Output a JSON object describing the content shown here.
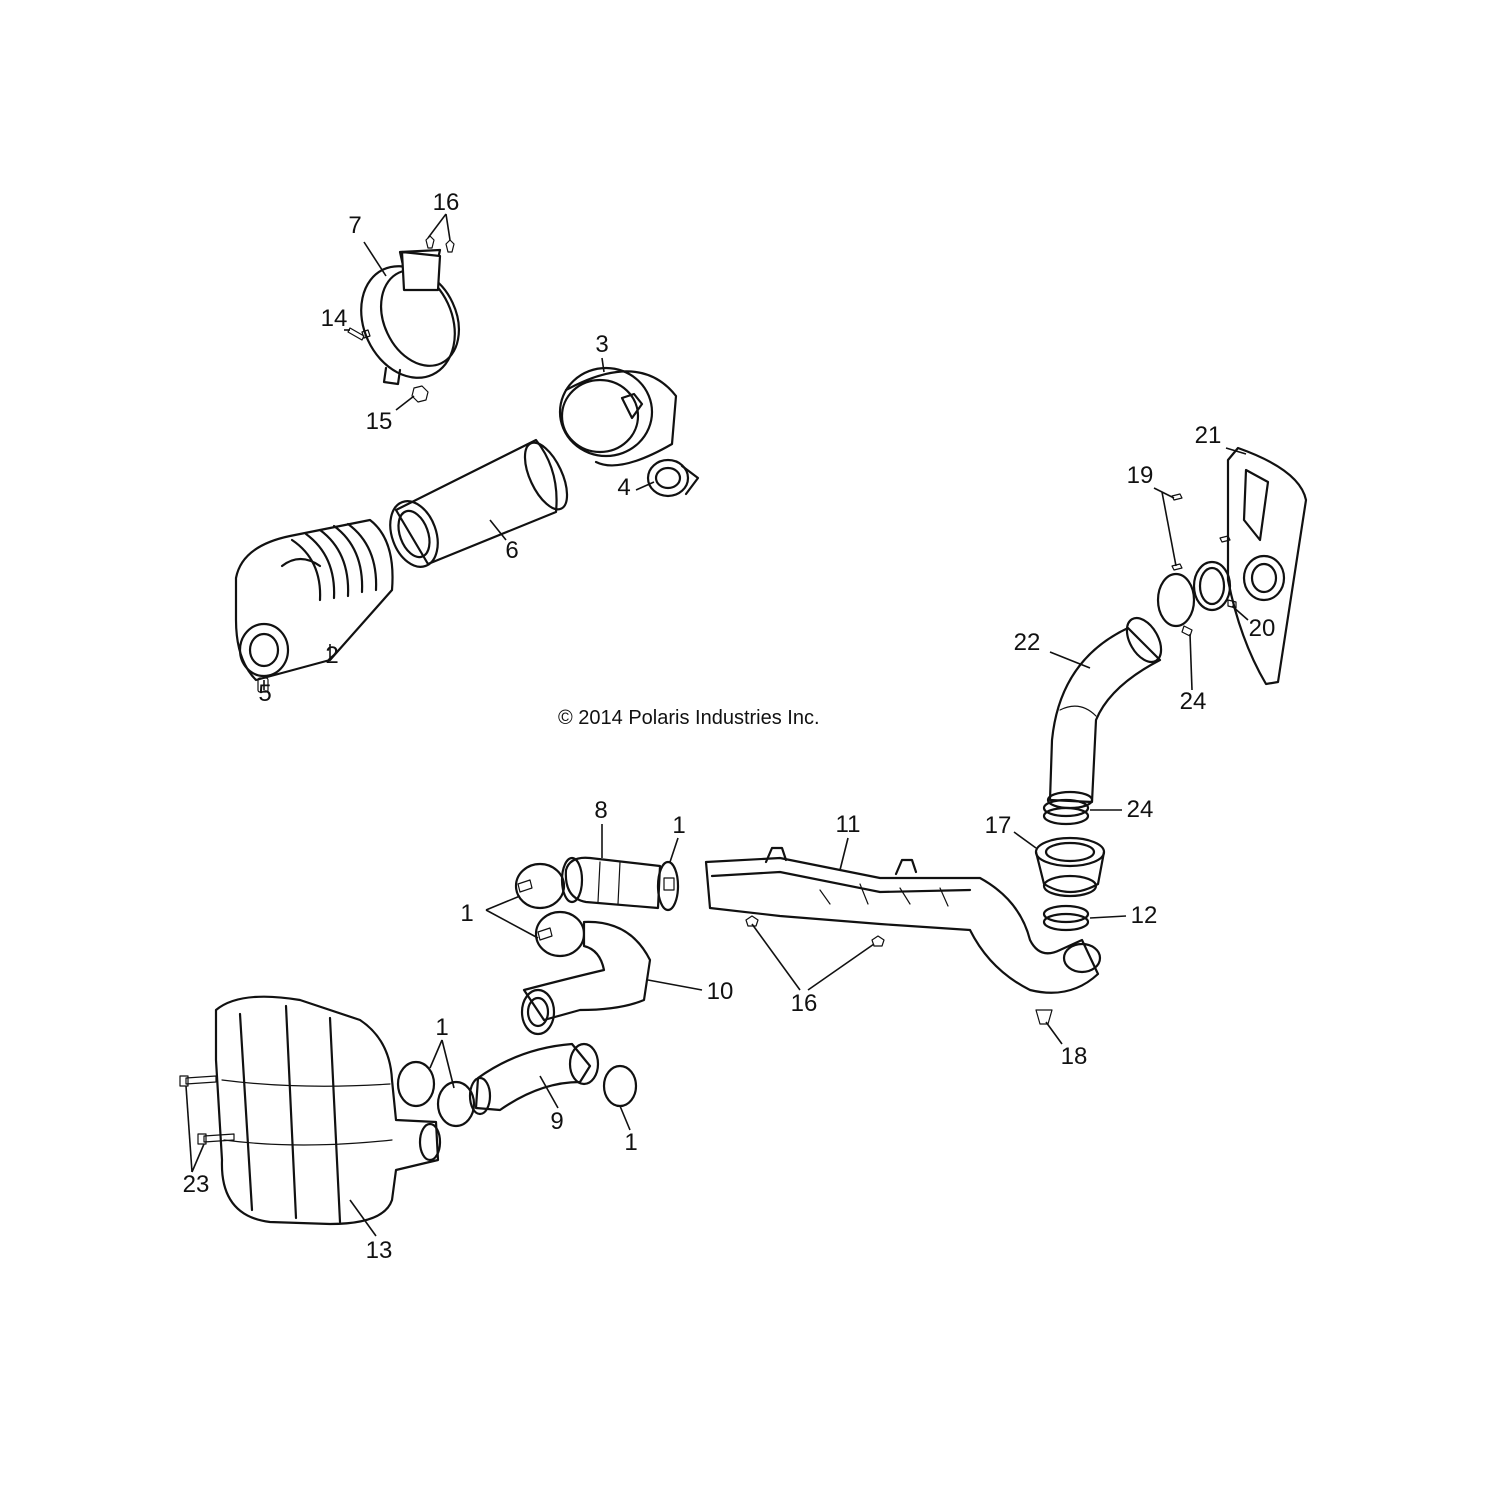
{
  "copyright": "© 2014 Polaris Industries Inc.",
  "callouts": [
    {
      "id": "c16a",
      "text": "16"
    },
    {
      "id": "c7",
      "text": "7"
    },
    {
      "id": "c14",
      "text": "14"
    },
    {
      "id": "c15",
      "text": "15"
    },
    {
      "id": "c3",
      "text": "3"
    },
    {
      "id": "c4",
      "text": "4"
    },
    {
      "id": "c6",
      "text": "6"
    },
    {
      "id": "c2",
      "text": "2"
    },
    {
      "id": "c5",
      "text": "5"
    },
    {
      "id": "c21",
      "text": "21"
    },
    {
      "id": "c19",
      "text": "19"
    },
    {
      "id": "c20",
      "text": "20"
    },
    {
      "id": "c22",
      "text": "22"
    },
    {
      "id": "c24a",
      "text": "24"
    },
    {
      "id": "c24b",
      "text": "24"
    },
    {
      "id": "c17",
      "text": "17"
    },
    {
      "id": "c12",
      "text": "12"
    },
    {
      "id": "c8",
      "text": "8"
    },
    {
      "id": "c1a",
      "text": "1"
    },
    {
      "id": "c11",
      "text": "11"
    },
    {
      "id": "c1b",
      "text": "1"
    },
    {
      "id": "c10",
      "text": "10"
    },
    {
      "id": "c16b",
      "text": "16"
    },
    {
      "id": "c18",
      "text": "18"
    },
    {
      "id": "c1c",
      "text": "1"
    },
    {
      "id": "c9",
      "text": "9"
    },
    {
      "id": "c1d",
      "text": "1"
    },
    {
      "id": "c23",
      "text": "23"
    },
    {
      "id": "c13",
      "text": "13"
    }
  ]
}
